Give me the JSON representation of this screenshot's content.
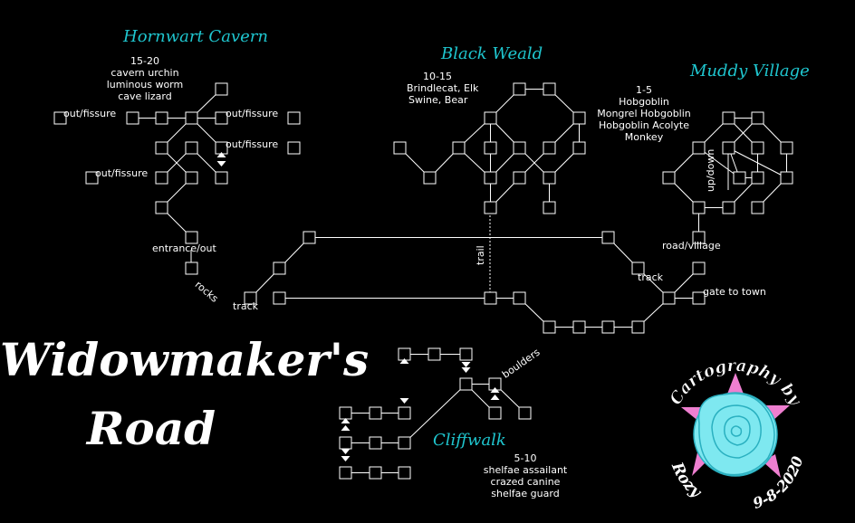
{
  "map_title": {
    "line1": "Widowmaker's",
    "line2": "Road"
  },
  "areas": {
    "hornwart": "Hornwart Cavern",
    "blackweald": "Black Weald",
    "muddyvillage": "Muddy Village",
    "cliffwalk": "Cliffwalk"
  },
  "levels": {
    "hornwart": [
      "15-20",
      "cavern urchin",
      "luminous worm",
      "cave lizard"
    ],
    "blackweald": [
      "10-15",
      "Brindlecat, Elk",
      "Swine, Bear"
    ],
    "muddyvillage": [
      "1-5",
      "Hobgoblin",
      "Mongrel Hobgoblin",
      "Hobgoblin Acolyte",
      "Monkey"
    ],
    "cliffwalk": [
      "5-10",
      "shelfae assailant",
      "crazed canine",
      "shelfae guard"
    ]
  },
  "exits": {
    "fissure_left": "out/fissure",
    "fissure_right_top": "out/fissure",
    "fissure_right_mid": "out/fissure",
    "fissure_lower": "out/fissure",
    "entrance": "entrance/out",
    "rocks": "rocks",
    "track_left": "track",
    "trail": "trail",
    "track_right": "track",
    "road_village": "road/village",
    "gate": "gate to town",
    "updown": "up/down",
    "boulders": "boulders"
  },
  "credit": {
    "arc": "Cartography by",
    "author": "Rozy",
    "date": "9-8-2020"
  },
  "colors": {
    "background": "#000000",
    "line": "#ffffff",
    "area_title": "#1fc6cf",
    "rose": "#7ee8f0",
    "petal_accent": "#ee7fd0"
  }
}
